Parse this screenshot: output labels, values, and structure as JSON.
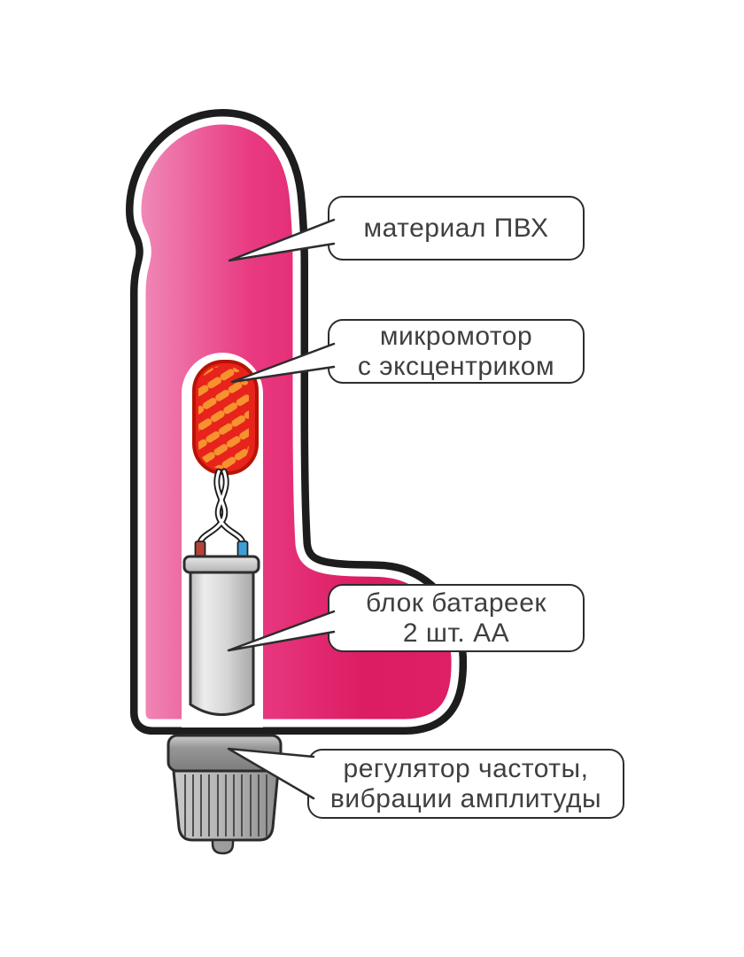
{
  "colors": {
    "body_pink_light": "#f08bb9",
    "body_pink_mid": "#e93b82",
    "body_pink_dark": "#dc1c63",
    "outline_black": "#1d1d1d",
    "cavity_white": "#ffffff",
    "motor_red": "#e7231c",
    "motor_stripe_orange": "#f6932e",
    "motor_outline": "#b81305",
    "wire_terminal_red": "#b5423a",
    "wire_terminal_blue": "#3d9fd6",
    "battery_gray_light": "#ededed",
    "battery_gray_dark": "#a8a8a8",
    "base_gray": "#9b9b9b",
    "callout_border": "#2d2d2d",
    "callout_text": "#3f3f3f"
  },
  "callouts": [
    {
      "id": "material",
      "lines": [
        "материал ПВХ"
      ]
    },
    {
      "id": "motor",
      "lines": [
        "микромотор",
        "с эксцентриком"
      ]
    },
    {
      "id": "battery",
      "lines": [
        "блок батареек",
        "2 шт. АА"
      ]
    },
    {
      "id": "regulator",
      "lines": [
        "регулятор частоты,",
        "вибрации амплитуды"
      ]
    }
  ]
}
